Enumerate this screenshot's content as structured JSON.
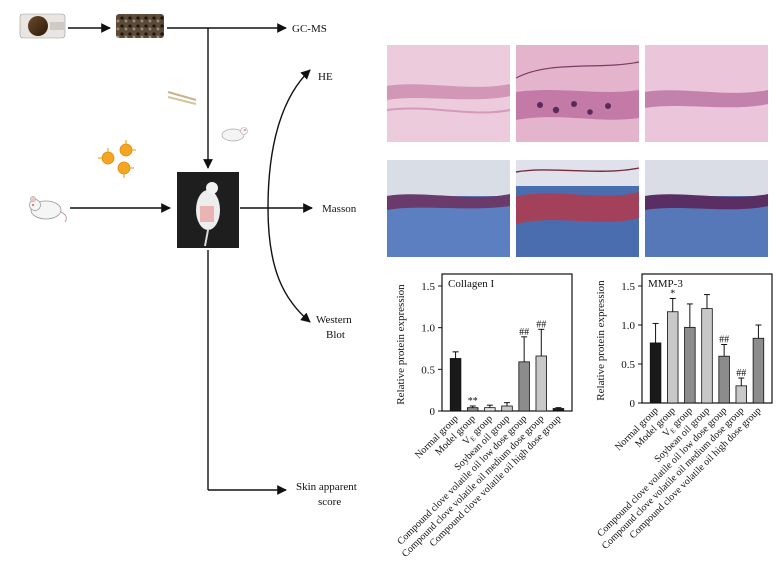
{
  "flow": {
    "gcms_label": "GC-MS",
    "he_label": "HE",
    "masson_label": "Masson",
    "western_label_line1": "Western",
    "western_label_line2": "Blot",
    "skin_label_line1": "Skin apparent",
    "skin_label_line2": "score"
  },
  "histology": {
    "he_row_colors": [
      "#e8c4d8",
      "#d9a8c4",
      "#e2b6cf"
    ],
    "masson_row_colors": [
      "#4a6fb8",
      "#3c5fa8",
      "#4b72b5"
    ],
    "accent_pink": "#c06a95",
    "accent_red": "#b83a4a"
  },
  "chart_data": [
    {
      "type": "bar",
      "title": "Collagen I",
      "ylabel": "Relative protein expression",
      "ylim": [
        0,
        1.5
      ],
      "yticks": [
        "0",
        "0.5",
        "1.0",
        "1.5"
      ],
      "categories": [
        "Normal group",
        "Model group",
        "V",
        "Soybean oil group",
        "Compound clove volatile oil low dose group",
        "Compound clove volatile oil medium dose group",
        "Compound clove volatile oil high dose group"
      ],
      "category_v_parts": [
        "V",
        "E",
        " group"
      ],
      "values": [
        0.63,
        0.04,
        0.04,
        0.06,
        0.59,
        0.66,
        0.03
      ],
      "errors": [
        0.08,
        0.02,
        0.03,
        0.04,
        0.3,
        0.32,
        0.01
      ],
      "colors": [
        "#1a1a1a",
        "#8c8c8c",
        "#e6e6e6",
        "#c8c8c8",
        "#8c8c8c",
        "#c8c8c8",
        "#1a1a1a"
      ],
      "annotations": [
        "",
        "**",
        "",
        "",
        "##",
        "##",
        ""
      ]
    },
    {
      "type": "bar",
      "title": "MMP-3",
      "ylabel": "Relative protein expression",
      "ylim": [
        0,
        1.5
      ],
      "yticks": [
        "0",
        "0.5",
        "1.0",
        "1.5"
      ],
      "categories": [
        "Normal group",
        "Model group",
        "V",
        "Soybean oil group",
        "Compound clove volatile oil low dose group",
        "Compound clove volatile oil medium dose group",
        "Compound clove volatile oil high dose group"
      ],
      "category_v_parts": [
        "V",
        "E",
        " group"
      ],
      "values": [
        0.77,
        1.17,
        0.97,
        1.21,
        0.6,
        0.22,
        0.83
      ],
      "errors": [
        0.25,
        0.17,
        0.3,
        0.18,
        0.15,
        0.1,
        0.17
      ],
      "colors": [
        "#1a1a1a",
        "#c8c8c8",
        "#8c8c8c",
        "#c8c8c8",
        "#8c8c8c",
        "#c8c8c8",
        "#8c8c8c"
      ],
      "annotations": [
        "",
        "*",
        "",
        "",
        "##",
        "##",
        ""
      ]
    }
  ]
}
